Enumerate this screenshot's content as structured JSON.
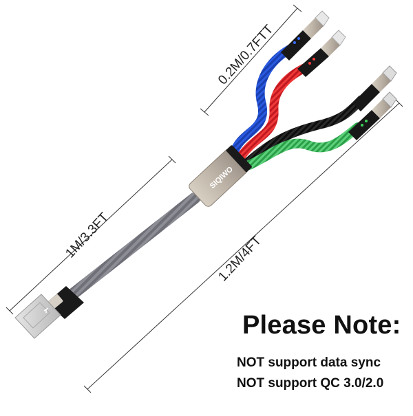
{
  "dimensions": {
    "short_branch": "0.2M/0.7FTT",
    "main_cable": "1M/3.3FT",
    "total_length": "1.2M/4FT"
  },
  "brand": {
    "name": "SIQIWO"
  },
  "note": {
    "title": "Please Note:",
    "lines": [
      "NOT support data sync",
      "NOT support QC 3.0/2.0"
    ]
  },
  "cable": {
    "branches": [
      {
        "color": "#1f4fd8",
        "connector": "lightning-connector-icon"
      },
      {
        "color": "#e3242b",
        "connector": "lightning-connector-icon"
      },
      {
        "color": "#111111",
        "connector": "usb-c-connector-icon"
      },
      {
        "color": "#2fb34a",
        "connector": "micro-usb-connector-icon"
      }
    ],
    "main_color": "#8a8a92",
    "splitter_color": "#bdb3a7",
    "usb_a": "usb-a-connector-icon"
  }
}
